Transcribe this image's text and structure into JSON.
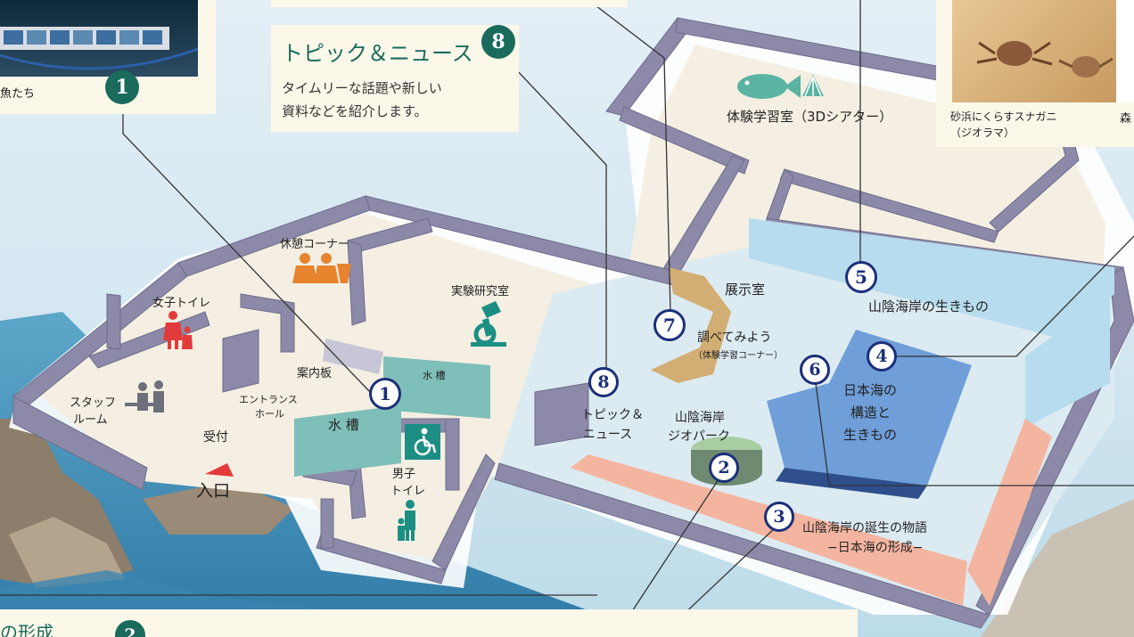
{
  "header_cards": {
    "card1_caption": "魚たち",
    "topic": {
      "title": "トピック＆ニュース",
      "number": "8",
      "desc_line1": "タイムリーな話題や新しい",
      "desc_line2": "資料などを紹介します。"
    },
    "crab_caption_line1": "砂浜にくらすスナガニ",
    "crab_caption_line2": "（ジオラマ）",
    "edge_text": "森",
    "bottom_fragment": "の形成",
    "bottom_number": "2"
  },
  "callout_numbers": {
    "n1_top": "1"
  },
  "rooms": {
    "theater": "体験学習室（3Dシアター）",
    "rest_corner": "休憩コーナー",
    "lab": "実験研究室",
    "exhibition": "展示室",
    "womens_toilet": "女子トイレ",
    "staff_room_line1": "スタッフ",
    "staff_room_line2": "ルーム",
    "info_board": "案内板",
    "entrance_hall_line1": "エントランス",
    "entrance_hall_line2": "ホール",
    "reception": "受付",
    "entrance": "入口",
    "tank_small": "水 槽",
    "tank_large": "水 槽",
    "mens_toilet_line1": "男子",
    "mens_toilet_line2": "トイレ"
  },
  "exhibits": [
    {
      "num": "1",
      "label": ""
    },
    {
      "num": "2",
      "label_line1": "山陰海岸",
      "label_line2": "ジオパーク"
    },
    {
      "num": "3",
      "label_line1": "山陰海岸の誕生の物語",
      "label_line2": "−日本海の形成−"
    },
    {
      "num": "4",
      "label_line1": "日本海の",
      "label_line2": "構造と",
      "label_line3": "生きもの"
    },
    {
      "num": "5",
      "label": "山陰海岸の生きもの"
    },
    {
      "num": "6",
      "label": ""
    },
    {
      "num": "7",
      "label_line1": "調べてみよう",
      "label_line2": "（体験学習コーナー）"
    },
    {
      "num": "8",
      "label_line1": "トピック＆",
      "label_line2": "ニュース"
    }
  ],
  "colors": {
    "wall": "#8c8aa8",
    "floor": "#f4efe2",
    "tank": "#7fbfb9",
    "sea_blue": "#6f9ed9",
    "light_blue": "#b7dcee",
    "salmon": "#f4b5a0",
    "tan": "#d2ae74",
    "dark_green": "#1a6b5c",
    "navy": "#1c2f7a",
    "icon_orange": "#e8832e",
    "icon_red": "#e23b3b",
    "icon_teal": "#1c8e84"
  }
}
